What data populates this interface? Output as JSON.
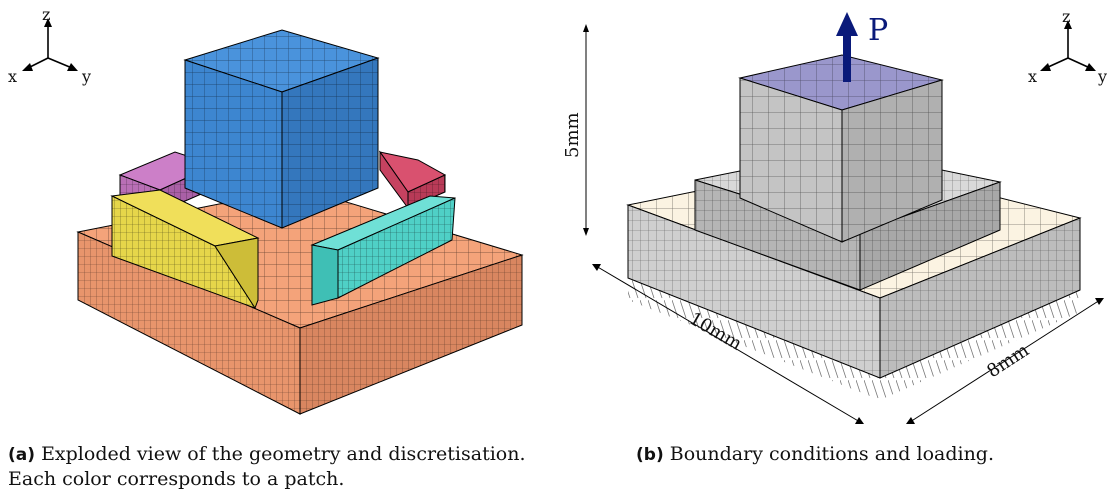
{
  "panel_a": {
    "axes": {
      "z": "z",
      "x": "x",
      "y": "y"
    },
    "caption_label": "(a)",
    "caption_text": "Exploded view of the geometry and discretisation. Each color corresponds to a patch.",
    "colors": {
      "top_block": "#3d86d0",
      "base": "#f4a37a",
      "yellow_patch": "#e6d64a",
      "cyan_patch": "#4fd0c6",
      "pink_patch": "#cc7fc8",
      "red_patch": "#d9516f"
    }
  },
  "panel_b": {
    "axes": {
      "z": "z",
      "x": "x",
      "y": "y"
    },
    "load_label": "P",
    "dim_height": "5mm",
    "dim_width": "10mm",
    "dim_depth": "8mm",
    "caption_label": "(b)",
    "caption_text": "Boundary conditions and loading.",
    "colors": {
      "top_face": "#9a97cc",
      "block": "#bdbdbd",
      "base_top": "#fbf3e2",
      "arrow": "#0a1a7a"
    }
  }
}
